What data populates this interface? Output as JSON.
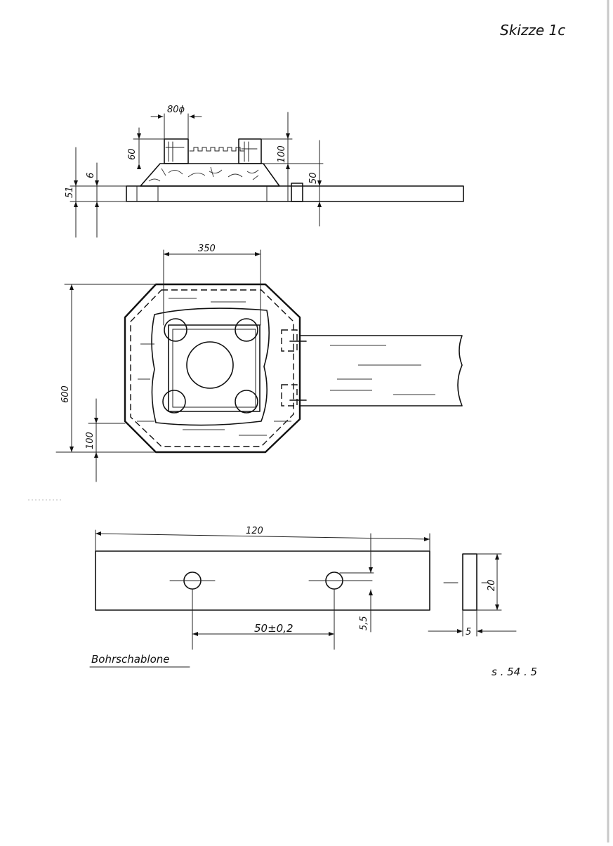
{
  "sheet_title": "Skizze 1c",
  "page_ref": "s . 54 . 5",
  "side_view": {
    "dims": [
      "80ϕ",
      "60",
      "100",
      "6",
      "51",
      "50"
    ]
  },
  "top_view": {
    "dims": [
      "350",
      "600",
      "100"
    ]
  },
  "drill_template": {
    "label": "Bohrschablone",
    "dims": [
      "120",
      "20",
      "5,5",
      "50±0,2",
      "5"
    ]
  },
  "colors": {
    "ink": "#111111",
    "paper": "#ffffff",
    "edge": "#c8c8c8"
  }
}
